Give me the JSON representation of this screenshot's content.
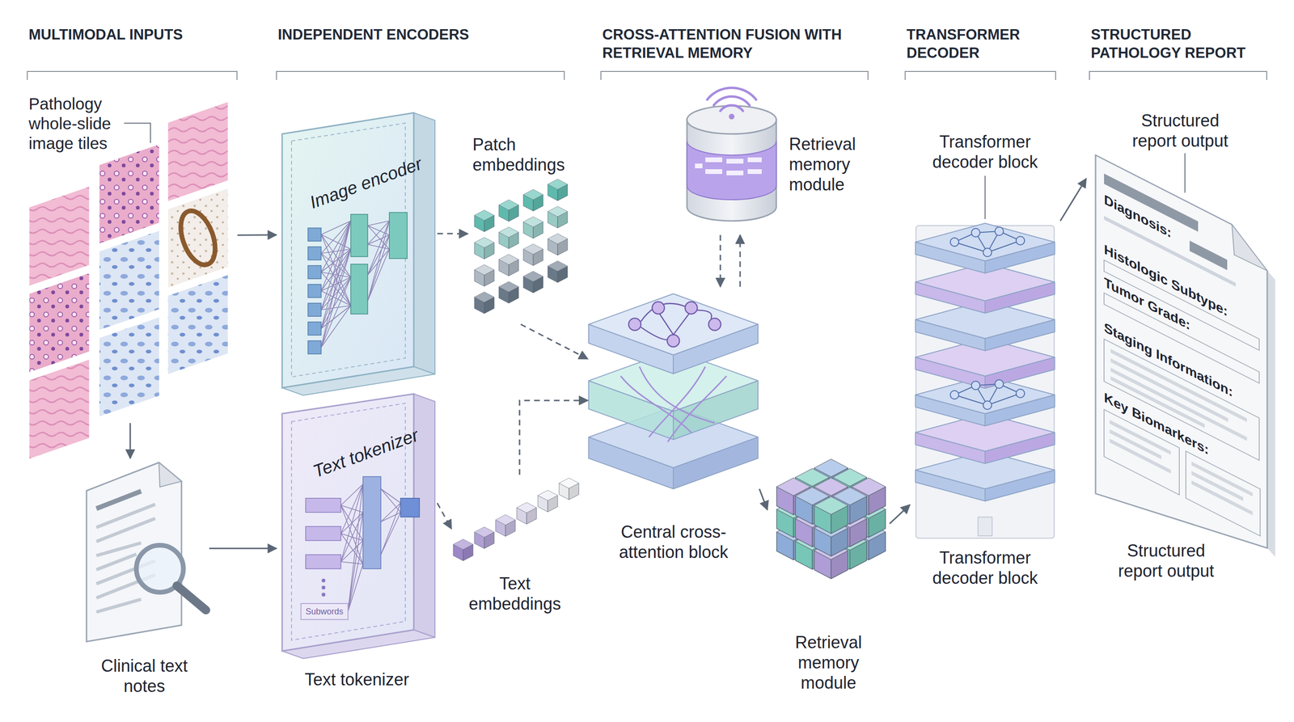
{
  "diagram": {
    "nodes": [
      {
        "text": [
          "Pathology whole-slide image tiles"
        ]
      },
      {
        "text": [
          "Clinical text notes"
        ]
      },
      {
        "text": [
          "Image encoder"
        ]
      },
      {
        "text": [
          "Text tokenizer",
          "Text tokenizer"
        ]
      },
      {
        "text": [
          "Patch embeddings"
        ]
      },
      {
        "text": [
          "Text embeddings"
        ]
      },
      {
        "text": [
          "Retrieval memory module"
        ]
      },
      {
        "text": [
          "Central cross-attention block"
        ]
      },
      {
        "text": [
          "Retrieval memory module"
        ]
      },
      {
        "text": [
          "Transformer decoder block",
          "Transformer decoder block"
        ]
      },
      {
        "text": [
          "Structured report output",
          "Diagnosis:",
          "Histologic Subtype:",
          "Tumor Grade:",
          "Staging Information:",
          "Key Biomarkers:",
          "Structured report output"
        ]
      }
    ],
    "edges": [
      {
        "from": 0,
        "to": 2,
        "arrow": "to"
      },
      {
        "from": 0,
        "to": 1,
        "arrow": "to"
      },
      {
        "from": 1,
        "to": 3,
        "arrow": "to"
      },
      {
        "from": 2,
        "to": 4,
        "arrow": "to"
      },
      {
        "from": 3,
        "to": 5,
        "arrow": "to"
      },
      {
        "from": 4,
        "to": 7,
        "arrow": "to"
      },
      {
        "from": 5,
        "to": 7,
        "arrow": "to"
      },
      {
        "from": 6,
        "to": 7,
        "arrow": "to"
      },
      {
        "from": 7,
        "to": 6,
        "arrow": "to"
      },
      {
        "from": 7,
        "to": 8,
        "arrow": "to"
      },
      {
        "from": 8,
        "to": 9,
        "arrow": "to"
      },
      {
        "from": 9,
        "to": 10,
        "arrow": "to"
      }
    ],
    "labels": [
      "MULTIMODAL INPUTS",
      "INDEPENDENT ENCODERS",
      "CROSS-ATTENTION FUSION WITH RETRIEVAL MEMORY",
      "TRANSFORMER DECODER",
      "STRUCTURED PATHOLOGY REPORT",
      "Subwords"
    ]
  }
}
